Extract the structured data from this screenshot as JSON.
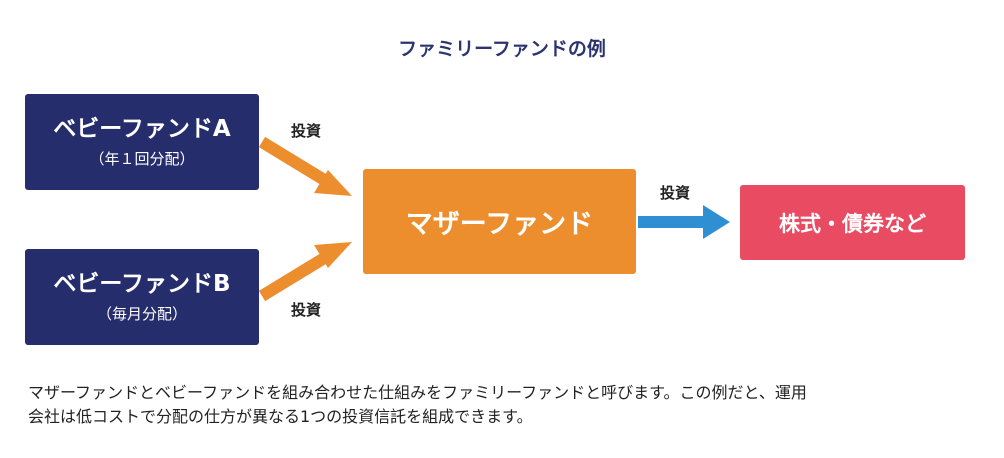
{
  "title": "ファミリーファンドの例",
  "baby_fund_a": {
    "name": "ベビーファンドA",
    "sub": "（年１回分配）"
  },
  "baby_fund_b": {
    "name": "ベビーファンドB",
    "sub": "（毎月分配）"
  },
  "mother_fund": {
    "name": "マザーファンド"
  },
  "target": {
    "name": "株式・債券など"
  },
  "labels": {
    "invest_a": "投資",
    "invest_b": "投資",
    "invest_c": "投資"
  },
  "caption": {
    "line1": "マザーファンドとベビーファンドを組み合わせた仕組みをファミリーファンドと呼びます。この例だと、運用",
    "line2": "会社は低コストで分配の仕方が異なる1つの投資信託を組成できます。"
  },
  "colors": {
    "baby": "#262d6c",
    "mother": "#ec8e2e",
    "target": "#e94b63",
    "arrow_orange": "#ec8e2e",
    "arrow_blue": "#2f8fd3",
    "title": "#2c3470"
  }
}
